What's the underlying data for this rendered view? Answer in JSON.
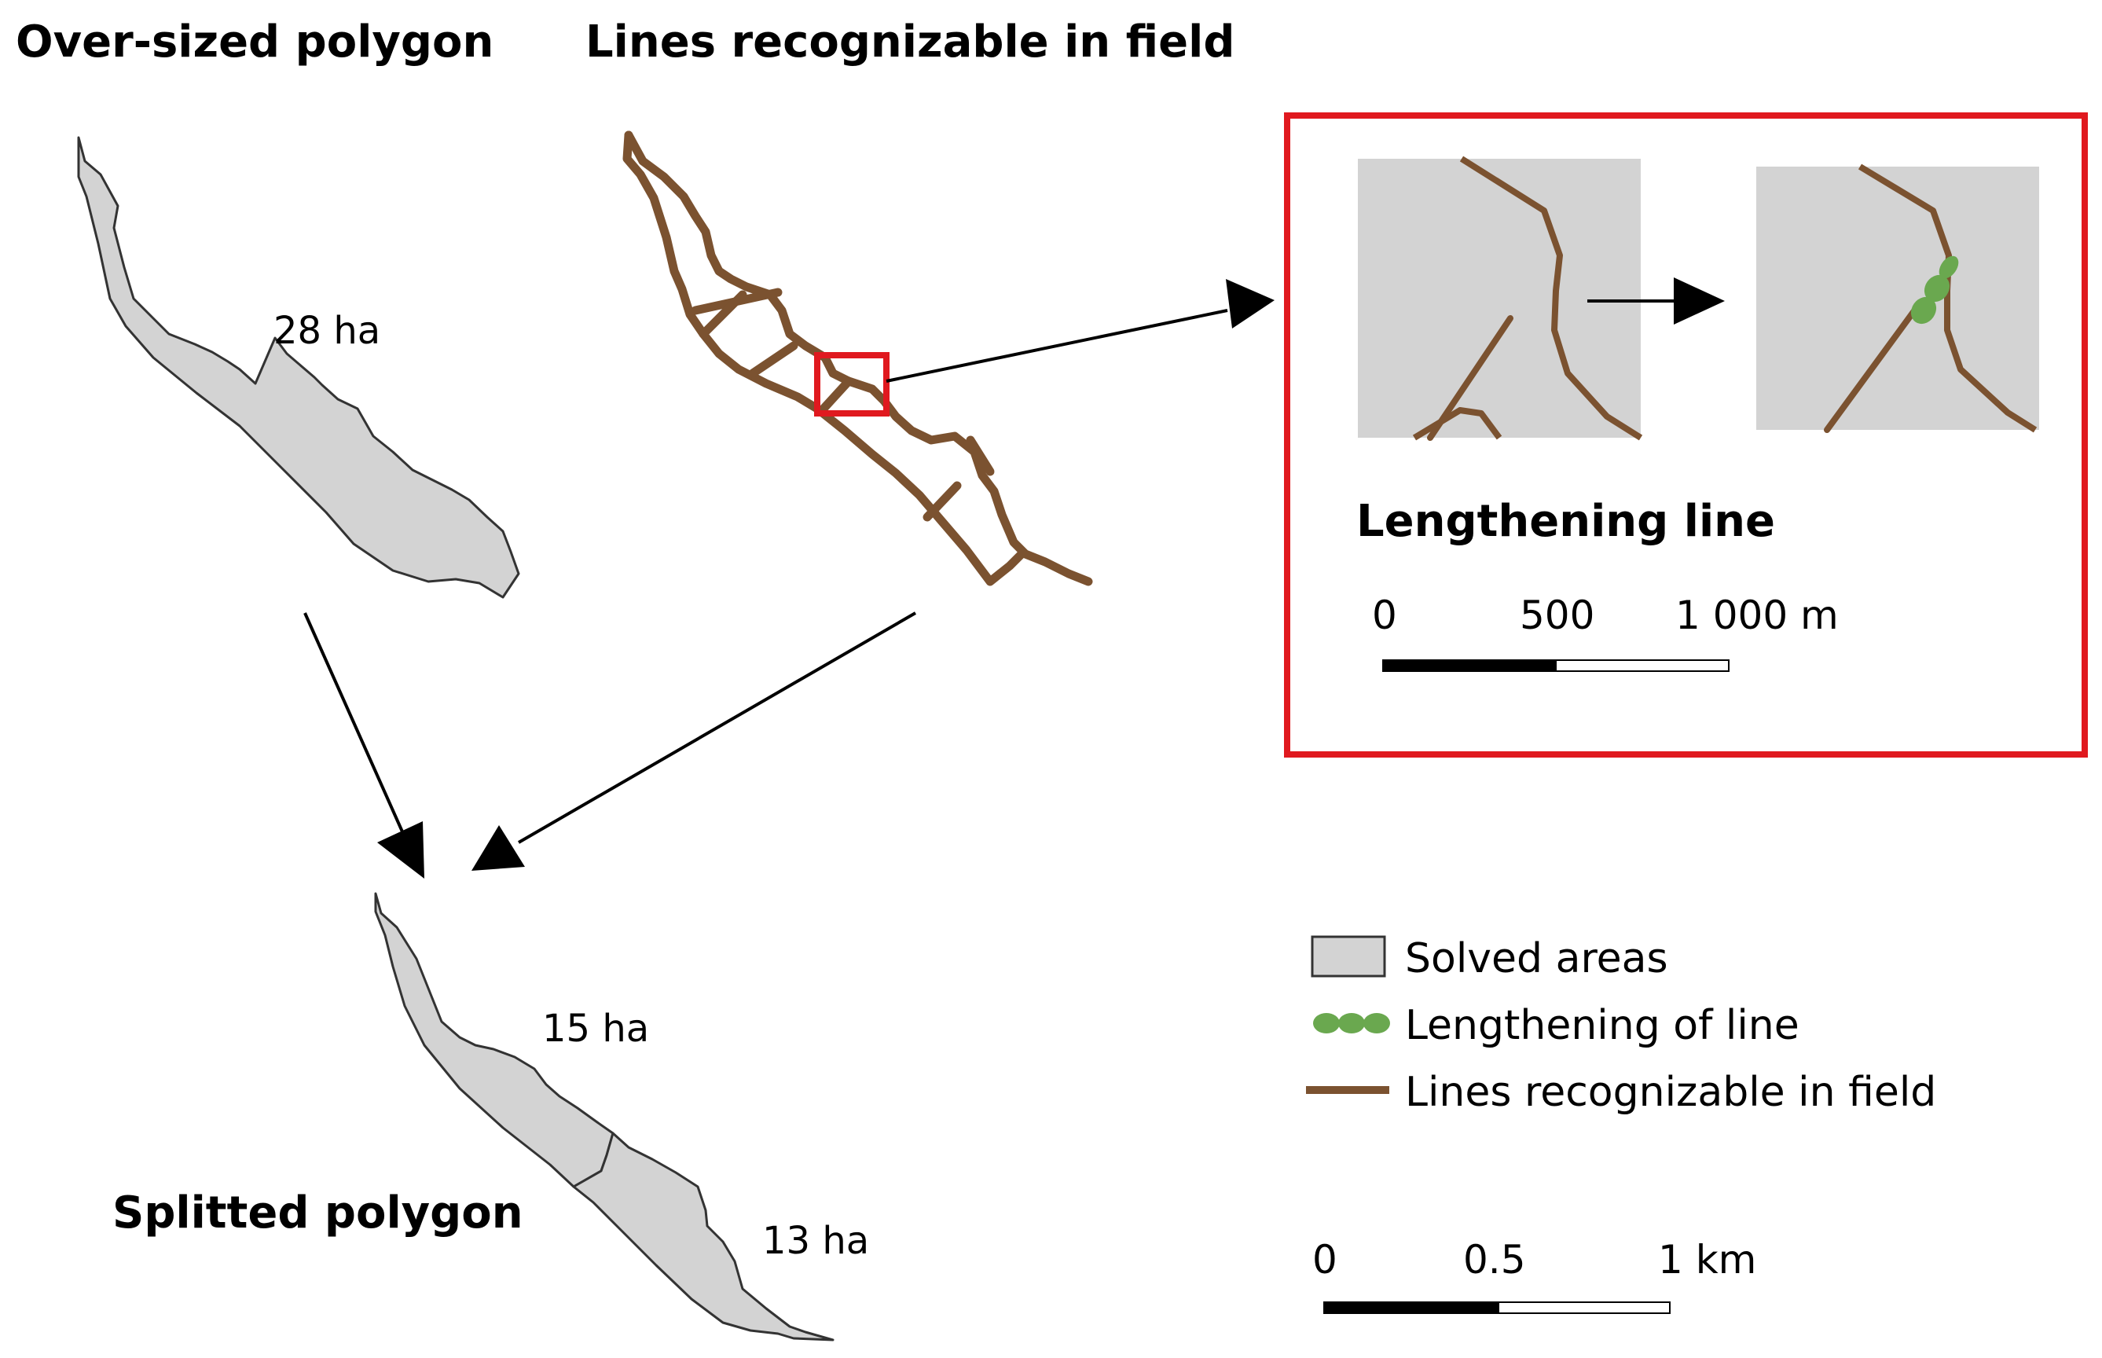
{
  "titles": {
    "oversized": "Over-sized polygon",
    "lines": "Lines recognizable in field",
    "splitted": "Splitted polygon"
  },
  "areas": {
    "oversized": "28 ha",
    "split_upper": "15 ha",
    "split_lower": "13 ha"
  },
  "inset": {
    "title": "Lengthening line",
    "scale_ticks": [
      "0",
      "500",
      "1 000 m"
    ]
  },
  "legend": {
    "items": [
      {
        "label": "Solved areas",
        "icon": "gray-box-icon"
      },
      {
        "label": "Lengthening of line",
        "icon": "green-dots-icon"
      },
      {
        "label": "Lines recognizable in field",
        "icon": "brown-line-icon"
      }
    ]
  },
  "main_scale": {
    "ticks": [
      "0",
      "0.5",
      "1 km"
    ]
  },
  "colors": {
    "polygon_fill": "#d3d3d3",
    "polygon_stroke": "#333333",
    "field_line": "#7b5230",
    "lengthening": "#6aa84f",
    "highlight": "#e0191f"
  }
}
